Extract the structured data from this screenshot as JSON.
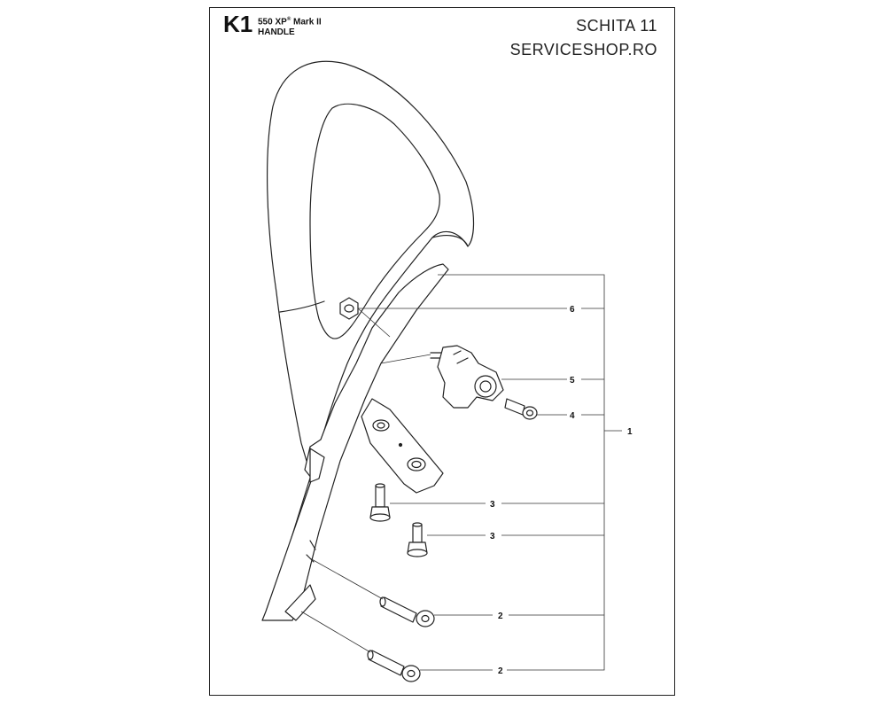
{
  "header": {
    "code": "K1",
    "model": "550 XP",
    "model_mark": "®",
    "model_suffix": "Mark II",
    "section": "HANDLE",
    "sheet": "SCHITA 11",
    "shop": "SERVICESHOP.RO"
  },
  "callouts": [
    {
      "id": "c6",
      "label": "6"
    },
    {
      "id": "c5",
      "label": "5"
    },
    {
      "id": "c4",
      "label": "4"
    },
    {
      "id": "c1",
      "label": "1"
    },
    {
      "id": "c3a",
      "label": "3"
    },
    {
      "id": "c3b",
      "label": "3"
    },
    {
      "id": "c2a",
      "label": "2"
    },
    {
      "id": "c2b",
      "label": "2"
    }
  ],
  "colors": {
    "line": "#222222",
    "fill": "#ffffff",
    "shade": "#d9d9d9"
  }
}
